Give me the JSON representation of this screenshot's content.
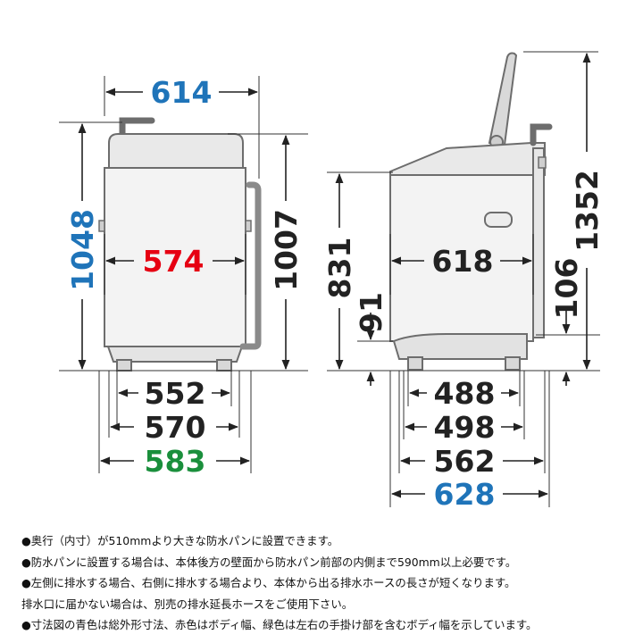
{
  "colors": {
    "outline_blue": "#1f74b9",
    "body_red": "#e60012",
    "hand_green": "#1a8f3c",
    "ink": "#222222",
    "body_fill": "#f3f3f3",
    "body_stroke": "#6d6d6d"
  },
  "front_view": {
    "width_total": "614",
    "height_total": "1048",
    "height_body": "1007",
    "body_width": "574",
    "feet_inner": "552",
    "feet_outer": "570",
    "width_with_handles": "583"
  },
  "side_view": {
    "height_lid_open": "1352",
    "height_body": "831",
    "drain_height_left": "91",
    "drain_height_right": "106",
    "body_depth": "618",
    "feet_inner": "488",
    "feet_outer": "498",
    "base_depth": "562",
    "depth_total": "628"
  },
  "notes": {
    "line1": "●奥行（内寸）が510mmより大きな防水パンに設置できます。",
    "line2": "●防水パンに設置する場合は、本体後方の壁面から防水パン前部の内側まで590mm以上必要です。",
    "line3": "●左側に排水する場合、右側に排水する場合より、本体から出る排水ホースの長さが短くなります。",
    "line4": "排水口に届かない場合は、別売の排水延長ホースをご使用下さい。",
    "line5": "●寸法図の青色は総外形寸法、赤色はボディ幅、緑色は左右の手掛け部を含むボディ幅を示しています。"
  }
}
